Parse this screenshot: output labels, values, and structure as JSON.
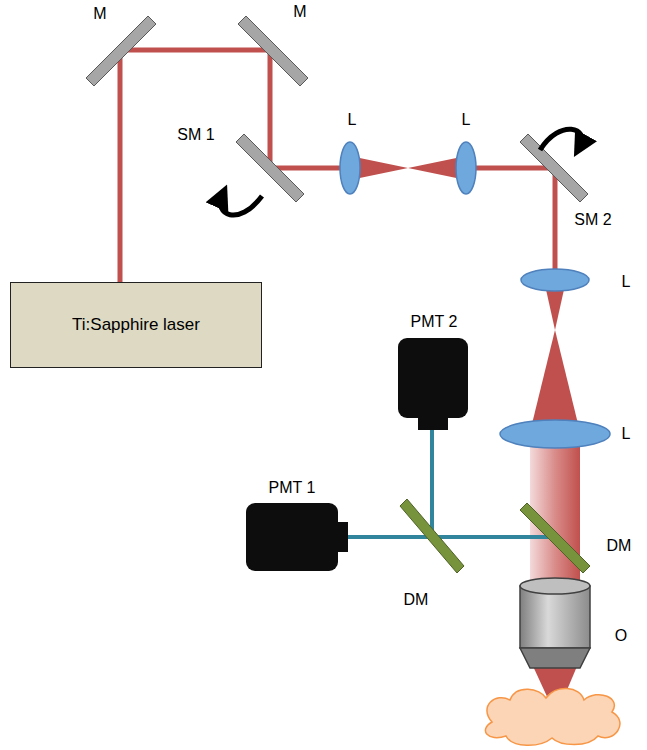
{
  "diagram": {
    "nodes": [
      {
        "text": [
          "Ti:Sapphire laser"
        ]
      }
    ],
    "labels": [
      "M",
      "M",
      "SM 1",
      "L",
      "L",
      "SM 2",
      "L",
      "PMT 2",
      "L",
      "PMT 1",
      "DM",
      "DM",
      "O"
    ]
  }
}
